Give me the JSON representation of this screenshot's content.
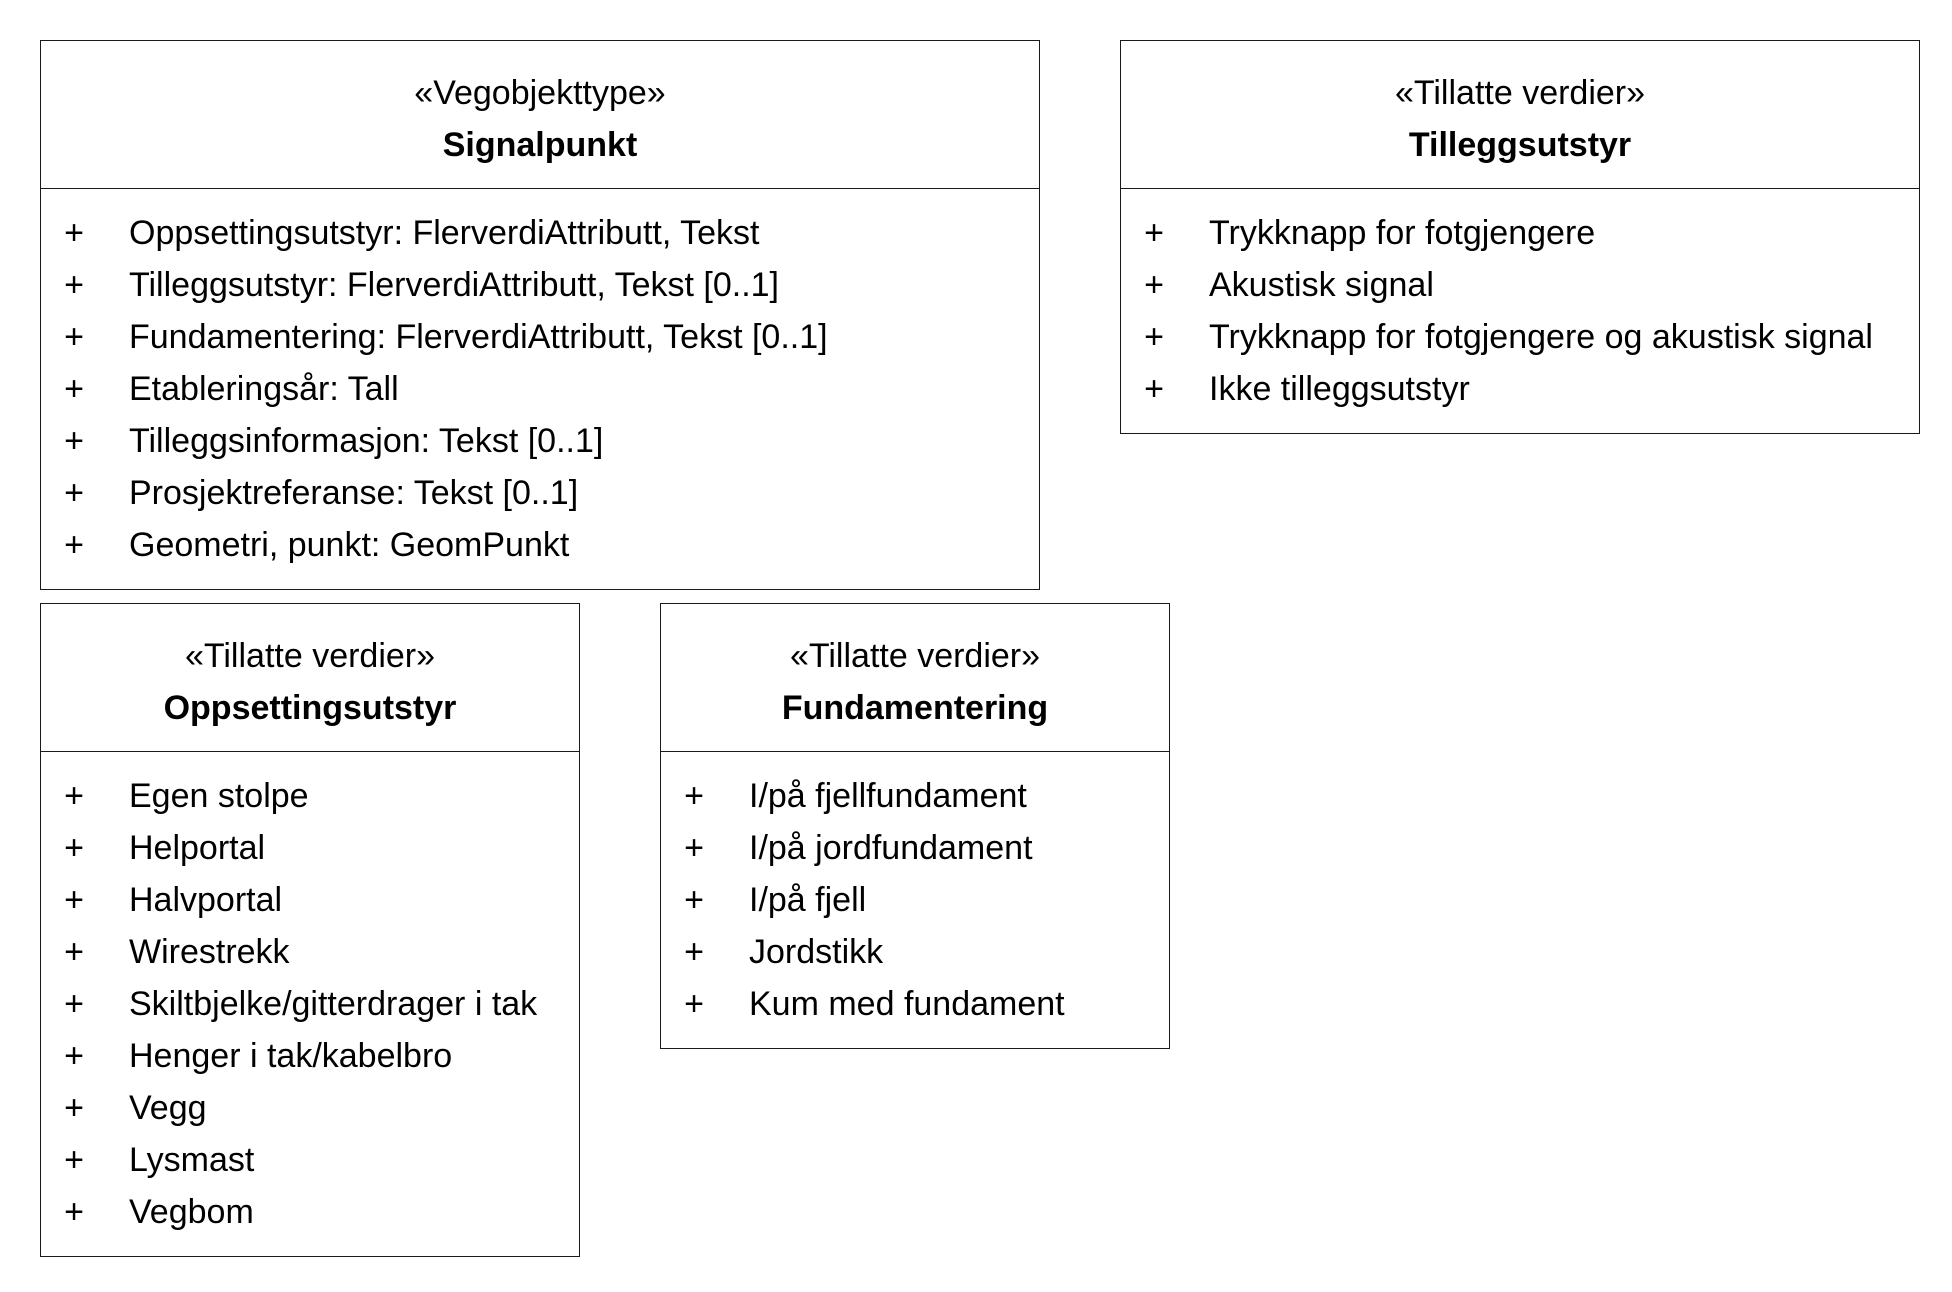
{
  "classes": {
    "signalpunkt": {
      "stereotype": "«Vegobjekttype»",
      "name": "Signalpunkt",
      "attributes": [
        {
          "visibility": "+",
          "text": "Oppsettingsutstyr: FlerverdiAttributt, Tekst"
        },
        {
          "visibility": "+",
          "text": "Tilleggsutstyr: FlerverdiAttributt, Tekst [0..1]"
        },
        {
          "visibility": "+",
          "text": "Fundamentering: FlerverdiAttributt, Tekst [0..1]"
        },
        {
          "visibility": "+",
          "text": "Etableringsår: Tall"
        },
        {
          "visibility": "+",
          "text": "Tilleggsinformasjon: Tekst [0..1]"
        },
        {
          "visibility": "+",
          "text": "Prosjektreferanse: Tekst [0..1]"
        },
        {
          "visibility": "+",
          "text": "Geometri, punkt: GeomPunkt"
        }
      ]
    },
    "tilleggsutstyr": {
      "stereotype": "«Tillatte verdier»",
      "name": "Tilleggsutstyr",
      "attributes": [
        {
          "visibility": "+",
          "text": "Trykknapp for fotgjengere"
        },
        {
          "visibility": "+",
          "text": "Akustisk signal"
        },
        {
          "visibility": "+",
          "text": "Trykknapp for fotgjengere og akustisk signal"
        },
        {
          "visibility": "+",
          "text": "Ikke tilleggsutstyr"
        }
      ]
    },
    "oppsettingsutstyr": {
      "stereotype": "«Tillatte verdier»",
      "name": "Oppsettingsutstyr",
      "attributes": [
        {
          "visibility": "+",
          "text": "Egen stolpe"
        },
        {
          "visibility": "+",
          "text": "Helportal"
        },
        {
          "visibility": "+",
          "text": "Halvportal"
        },
        {
          "visibility": "+",
          "text": "Wirestrekk"
        },
        {
          "visibility": "+",
          "text": "Skiltbjelke/gitterdrager i tak"
        },
        {
          "visibility": "+",
          "text": "Henger i tak/kabelbro"
        },
        {
          "visibility": "+",
          "text": "Vegg"
        },
        {
          "visibility": "+",
          "text": "Lysmast"
        },
        {
          "visibility": "+",
          "text": "Vegbom"
        }
      ]
    },
    "fundamentering": {
      "stereotype": "«Tillatte verdier»",
      "name": "Fundamentering",
      "attributes": [
        {
          "visibility": "+",
          "text": "I/på fjellfundament"
        },
        {
          "visibility": "+",
          "text": "I/på jordfundament"
        },
        {
          "visibility": "+",
          "text": "I/på fjell"
        },
        {
          "visibility": "+",
          "text": "Jordstikk"
        },
        {
          "visibility": "+",
          "text": "Kum med fundament"
        }
      ]
    }
  }
}
